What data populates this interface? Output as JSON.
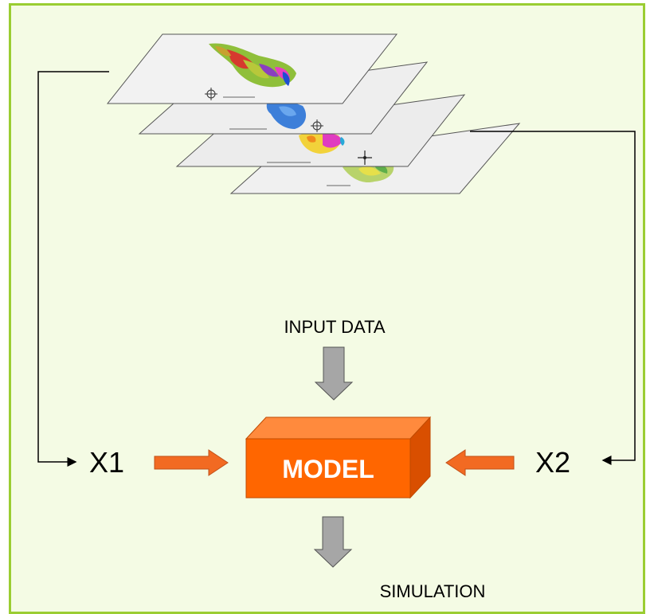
{
  "diagram": {
    "input_label": "INPUT DATA",
    "model_label": "MODEL",
    "simulation_label": "SIMULATION",
    "x1_label": "X1",
    "x2_label": "X2",
    "colors": {
      "frame_border": "#9acd32",
      "background": "#f4fbe4",
      "model_front": "#ff6600",
      "model_top": "#ff8a3d",
      "model_side": "#d94f00",
      "orange_arrow": "#f26a22",
      "gray_arrow": "#a6a6a6",
      "layer_fill": "#efefef"
    },
    "map_layers": [
      {
        "name": "layer-1"
      },
      {
        "name": "layer-2"
      },
      {
        "name": "layer-3"
      },
      {
        "name": "layer-4"
      }
    ]
  }
}
